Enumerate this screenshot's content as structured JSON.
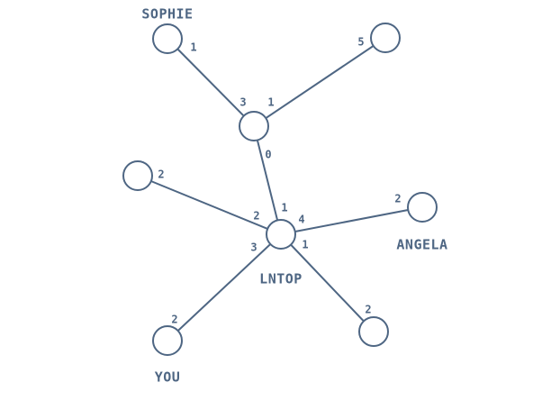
{
  "colors": {
    "stroke": "#4e6683",
    "background": "#ffffff",
    "node_fill": "#ffffff"
  },
  "nodes": [
    {
      "id": "sophie",
      "label": "SOPHIE"
    },
    {
      "id": "top_right",
      "label": ""
    },
    {
      "id": "hub_upper",
      "label": ""
    },
    {
      "id": "left_mid",
      "label": ""
    },
    {
      "id": "lntop",
      "label": "LNTOP"
    },
    {
      "id": "angela",
      "label": "ANGELA"
    },
    {
      "id": "you",
      "label": "YOU"
    },
    {
      "id": "bottom_right",
      "label": ""
    }
  ],
  "edges": [
    {
      "from": "sophie",
      "to": "hub_upper",
      "from_port": "1",
      "to_port": "3"
    },
    {
      "from": "top_right",
      "to": "hub_upper",
      "from_port": "5",
      "to_port": "1"
    },
    {
      "from": "hub_upper",
      "to": "lntop",
      "from_port": "0",
      "to_port": "1"
    },
    {
      "from": "left_mid",
      "to": "lntop",
      "from_port": "2",
      "to_port": "2"
    },
    {
      "from": "angela",
      "to": "lntop",
      "from_port": "2",
      "to_port": "4"
    },
    {
      "from": "you",
      "to": "lntop",
      "from_port": "2",
      "to_port": "3"
    },
    {
      "from": "bottom_right",
      "to": "lntop",
      "from_port": "2",
      "to_port": "1"
    }
  ]
}
